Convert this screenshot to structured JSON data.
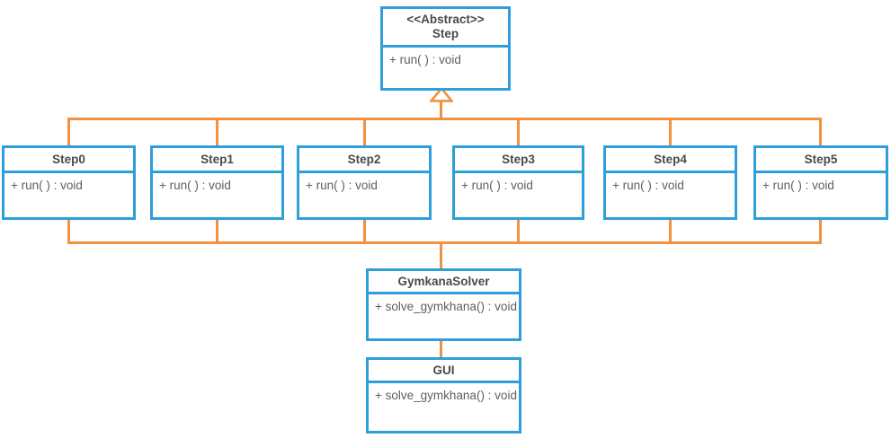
{
  "colors": {
    "box_border": "#2e9fd8",
    "connector": "#f0923e",
    "title_text": "#4a4a4a",
    "method_text": "#5f5f5f"
  },
  "abstract_class": {
    "stereotype": "<<Abstract>>",
    "name": "Step",
    "method": "+ run( ) : void"
  },
  "subclasses": [
    {
      "name": "Step0",
      "method": "+ run( ) : void"
    },
    {
      "name": "Step1",
      "method": "+ run( ) : void"
    },
    {
      "name": "Step2",
      "method": "+ run( ) : void"
    },
    {
      "name": "Step3",
      "method": "+ run( ) : void"
    },
    {
      "name": "Step4",
      "method": "+ run( ) : void"
    },
    {
      "name": "Step5",
      "method": "+ run( ) : void"
    }
  ],
  "solver_class": {
    "name": "GymkanaSolver",
    "method": "+ solve_gymkhana() : void"
  },
  "gui_class": {
    "name": "GUI",
    "method": "+ solve_gymkhana() : void"
  }
}
